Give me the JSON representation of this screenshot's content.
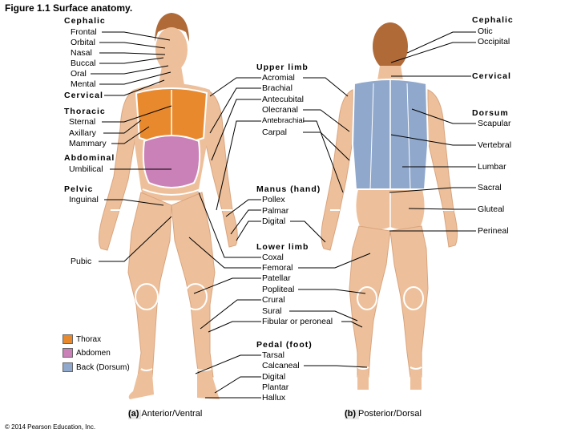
{
  "figure": {
    "title": "Figure 1.1  Surface anatomy.",
    "copyright": "© 2014 Pearson Education, Inc."
  },
  "captions": {
    "anterior_letter": "(a)",
    "anterior_text": "Anterior/Ventral",
    "posterior_letter": "(b)",
    "posterior_text": "Posterior/Dorsal"
  },
  "legend": [
    {
      "label": "Thorax",
      "color": "#E8892E"
    },
    {
      "label": "Abdomen",
      "color": "#C981B8"
    },
    {
      "label": "Back (Dorsum)",
      "color": "#8FA8CC"
    }
  ],
  "colors": {
    "skin": "#EDC09B",
    "skin_shadow": "#D9A47E",
    "hair": "#B06A38",
    "region_outline": "#FFFFFF",
    "leader_line": "#000000"
  },
  "labels": {
    "left": {
      "cephalic": "Cephalic",
      "frontal": "Frontal",
      "orbital": "Orbital",
      "nasal": "Nasal",
      "buccal": "Buccal",
      "oral": "Oral",
      "mental": "Mental",
      "cervical": "Cervical",
      "thoracic": "Thoracic",
      "sternal": "Sternal",
      "axillary": "Axillary",
      "mammary": "Mammary",
      "abdominal": "Abdominal",
      "umbilical": "Umbilical",
      "pelvic": "Pelvic",
      "inguinal": "Inguinal",
      "pubic": "Pubic"
    },
    "middle": {
      "upper_limb": "Upper limb",
      "acromial": "Acromial",
      "brachial": "Brachial",
      "antecubital": "Antecubital",
      "olecranal": "Olecranal",
      "antebrachial": "Antebrachial",
      "carpal": "Carpal",
      "manus": "Manus (hand)",
      "pollex": "Pollex",
      "palmar": "Palmar",
      "digital": "Digital",
      "lower_limb": "Lower limb",
      "coxal": "Coxal",
      "femoral": "Femoral",
      "patellar": "Patellar",
      "popliteal": "Popliteal",
      "crural": "Crural",
      "sural": "Sural",
      "fibular": "Fibular or peroneal",
      "pedal": "Pedal (foot)",
      "tarsal": "Tarsal",
      "calcaneal": "Calcaneal",
      "digital_foot": "Digital",
      "plantar": "Plantar",
      "hallux": "Hallux"
    },
    "right": {
      "cephalic": "Cephalic",
      "otic": "Otic",
      "occipital": "Occipital",
      "cervical": "Cervical",
      "dorsum": "Dorsum",
      "scapular": "Scapular",
      "vertebral": "Vertebral",
      "lumbar": "Lumbar",
      "sacral": "Sacral",
      "gluteal": "Gluteal",
      "perineal": "Perineal"
    }
  }
}
